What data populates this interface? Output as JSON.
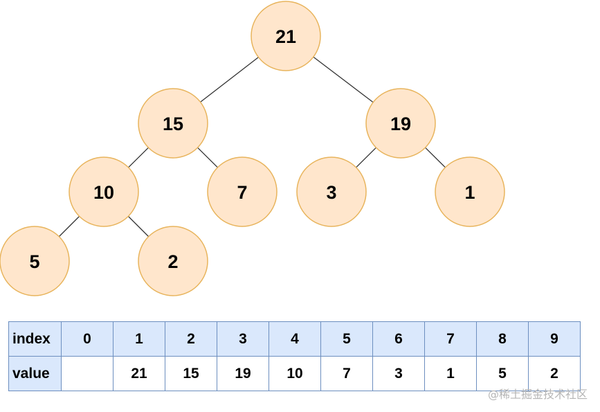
{
  "theme": {
    "node_fill": "#ffe6cc",
    "node_stroke": "#e8b45c",
    "cell_fill": "#dae8fc",
    "cell_stroke": "#6c8ebf"
  },
  "tree": {
    "nodes": [
      {
        "id": "n0",
        "value": "21"
      },
      {
        "id": "n1",
        "value": "15"
      },
      {
        "id": "n2",
        "value": "19"
      },
      {
        "id": "n3",
        "value": "10"
      },
      {
        "id": "n4",
        "value": "7"
      },
      {
        "id": "n5",
        "value": "3"
      },
      {
        "id": "n6",
        "value": "1"
      },
      {
        "id": "n7",
        "value": "5"
      },
      {
        "id": "n8",
        "value": "2"
      }
    ],
    "edges": [
      {
        "from": "n0",
        "to": "n1"
      },
      {
        "from": "n0",
        "to": "n2"
      },
      {
        "from": "n1",
        "to": "n3"
      },
      {
        "from": "n1",
        "to": "n4"
      },
      {
        "from": "n2",
        "to": "n5"
      },
      {
        "from": "n2",
        "to": "n6"
      },
      {
        "from": "n3",
        "to": "n7"
      },
      {
        "from": "n3",
        "to": "n8"
      }
    ]
  },
  "table": {
    "index_header": "index",
    "value_header": "value",
    "indices": [
      "0",
      "1",
      "2",
      "3",
      "4",
      "5",
      "6",
      "7",
      "8",
      "9"
    ],
    "values": [
      "",
      "21",
      "15",
      "19",
      "10",
      "7",
      "3",
      "1",
      "5",
      "2"
    ]
  },
  "watermark": "@稀土掘金技术社区"
}
